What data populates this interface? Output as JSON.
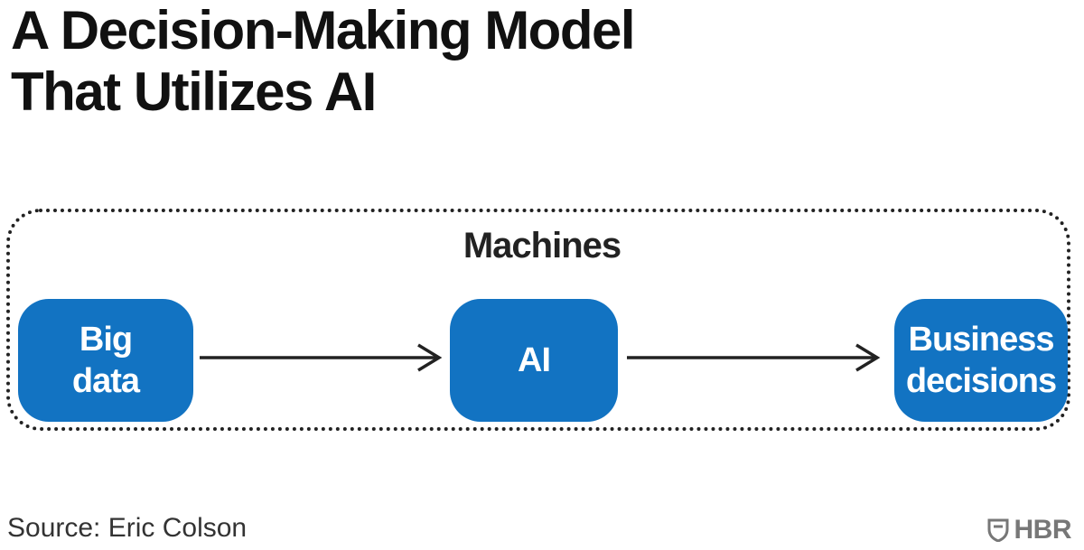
{
  "title": {
    "line1": "A Decision-Making Model",
    "line2": "That Utilizes AI"
  },
  "diagram": {
    "group_label": "Machines",
    "nodes": [
      {
        "line1": "Big",
        "line2": "data"
      },
      {
        "line1": "AI"
      },
      {
        "line1": "Business",
        "line2": "decisions"
      }
    ],
    "colors": {
      "node_fill": "#1273c2",
      "node_text": "#ffffff",
      "frame": "#222222",
      "arrow": "#222222"
    }
  },
  "footer": {
    "source": "Source: Eric Colson",
    "logo_text": "HBR",
    "logo_icon": "hbr-shield-icon"
  }
}
